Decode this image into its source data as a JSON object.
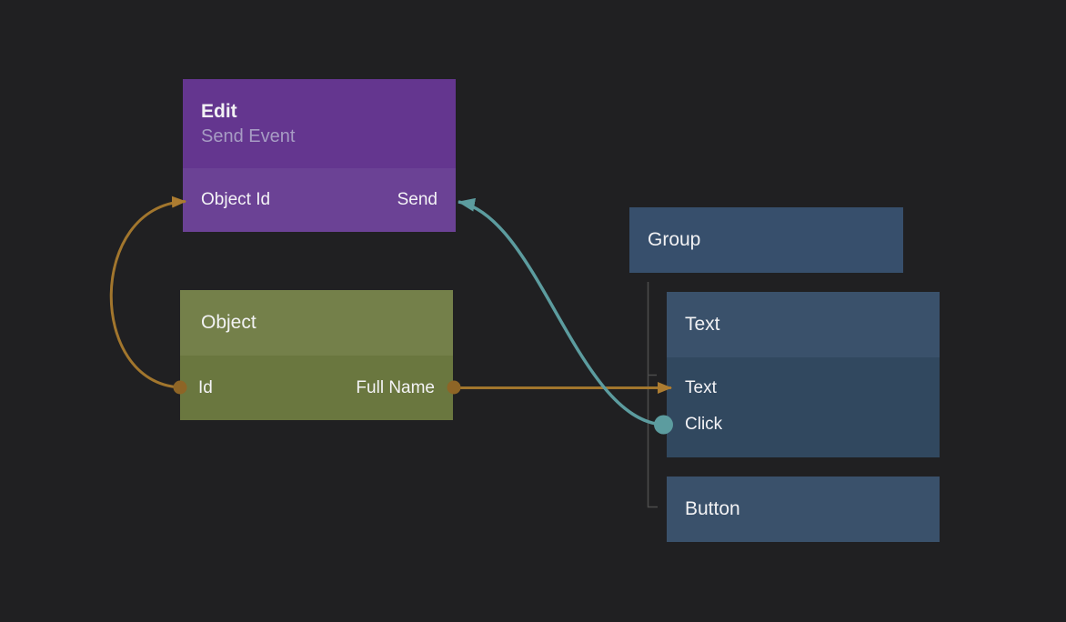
{
  "palette": {
    "background": "#202022",
    "edit_header": "#64368f",
    "edit_body": "#6b4295",
    "object_header": "#74804a",
    "object_body": "#6a773f",
    "group_header": "#374f6c",
    "text_header": "#3a516b",
    "text_body": "#31485f",
    "wire_orange": "#a2762d",
    "wire_orange_dot": "#8e6526",
    "wire_teal": "#5c9c9f",
    "tree_line": "#4c4c4c",
    "title_text": "#f2f2f4",
    "subtitle_text": "#a79cc4"
  },
  "nodes": {
    "edit": {
      "title": "Edit",
      "subtitle": "Send Event",
      "ports": [
        {
          "label": "Object Id"
        },
        {
          "label": "Send"
        }
      ]
    },
    "object": {
      "title": "Object",
      "ports": [
        {
          "label": "Id"
        },
        {
          "label": "Full Name"
        }
      ]
    },
    "group": {
      "title": "Group"
    },
    "text": {
      "title": "Text",
      "ports": [
        {
          "label": "Text"
        },
        {
          "label": "Click"
        }
      ]
    },
    "button": {
      "title": "Button"
    }
  },
  "connections": [
    {
      "from": "Object.Id",
      "to": "Edit.Object Id",
      "color": "#a2762d"
    },
    {
      "from": "Object.Full Name",
      "to": "Text.Text",
      "color": "#a2762d"
    },
    {
      "from": "Text.Click",
      "to": "Edit.Send",
      "color": "#5c9c9f"
    }
  ]
}
